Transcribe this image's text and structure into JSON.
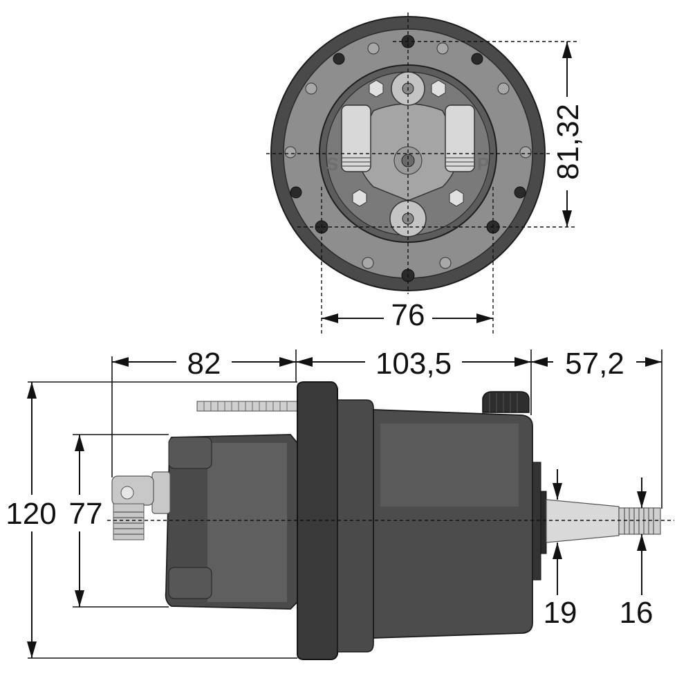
{
  "dimensions": {
    "bolt_spacing_horizontal": "76",
    "bolt_spacing_vertical": "81,32",
    "rear_length": "82",
    "body_length": "103,5",
    "shaft_length": "57,2",
    "flange_height": "120",
    "rear_height": "77",
    "shaft_diameter": "19",
    "thread_diameter": "16"
  },
  "port_labels": {
    "suction": "S",
    "pressure": "P"
  },
  "colors": {
    "body": "#3b3b3b",
    "face": "#5a5a5a",
    "metal": "#c8c8c8",
    "line": "#111111"
  }
}
